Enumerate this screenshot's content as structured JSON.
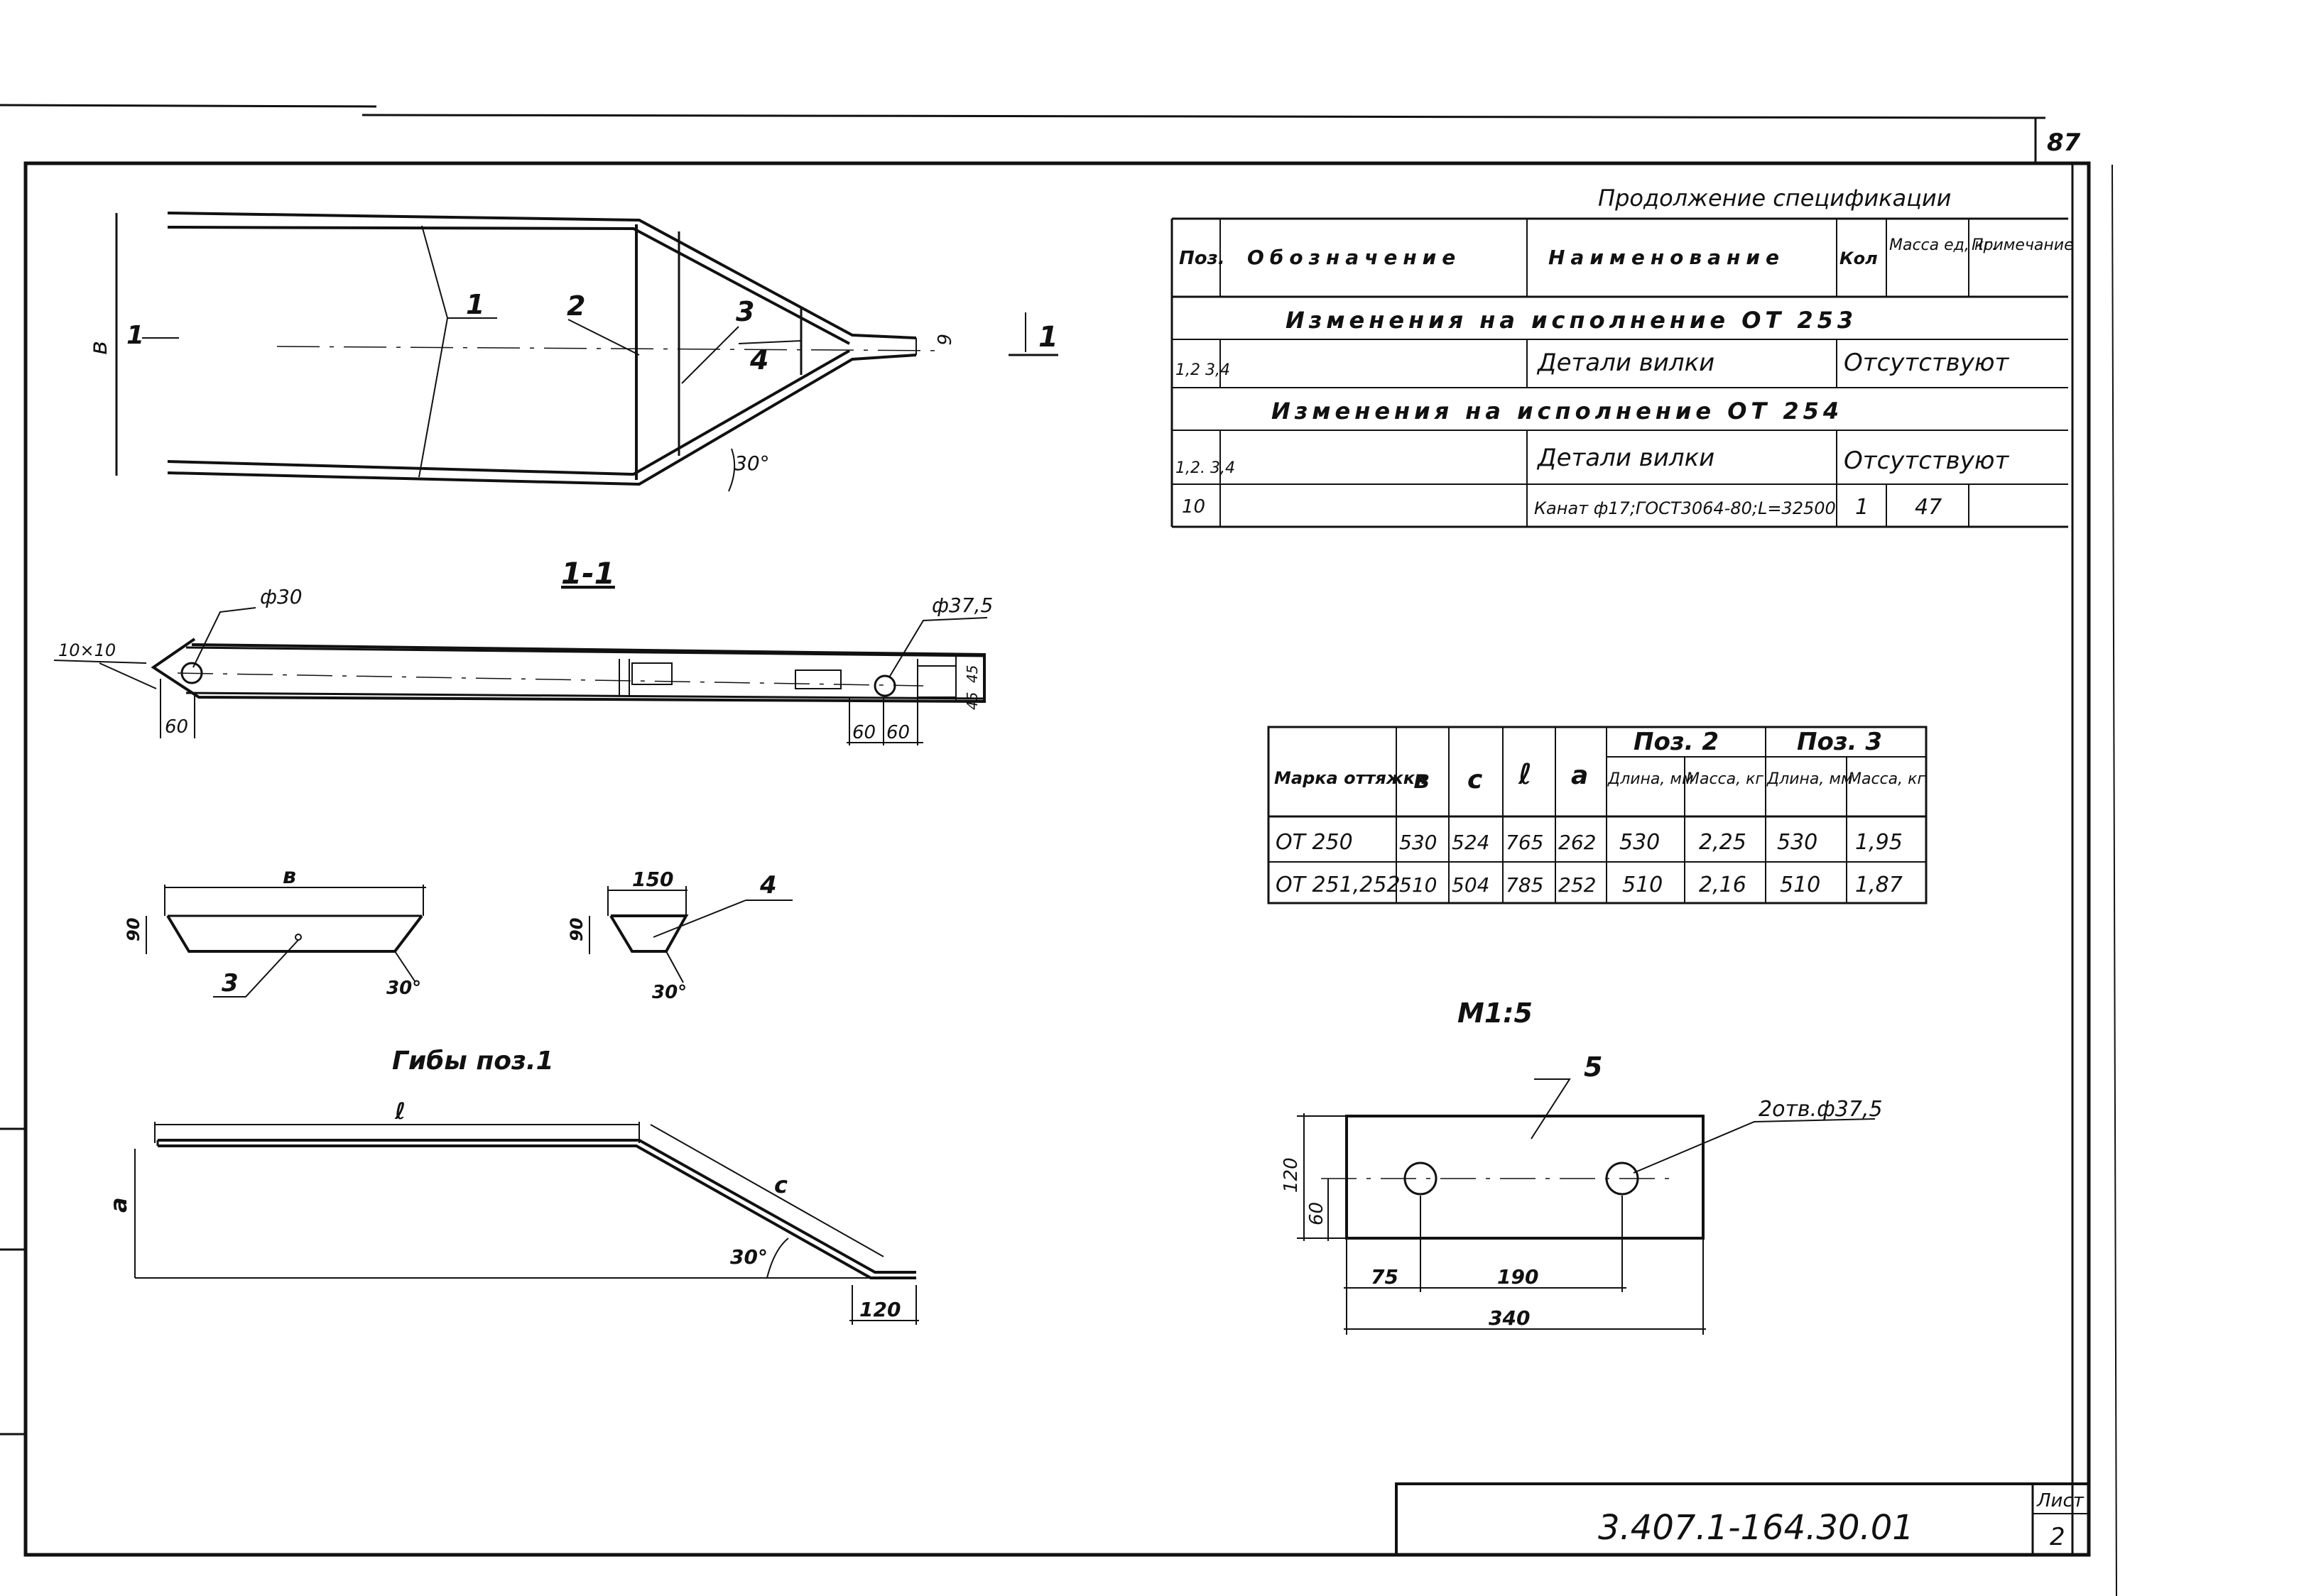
{
  "sheet": {
    "page_number": "87",
    "designation": "3.407.1-164.30.01",
    "sheet_label": "Лист",
    "sheet_number": "2"
  },
  "spec": {
    "title": "Продолжение спецификации",
    "headers": [
      "Поз.",
      "Обозначение",
      "Наименование",
      "Кол",
      "Масса ед, кг.",
      "Примечание"
    ],
    "sections": [
      {
        "heading": "Изменения на исполнение ОТ 253",
        "rows": [
          {
            "pos": "1,2 3,4",
            "designation": "",
            "name": "Детали вилки",
            "qty": "Отсутствуют",
            "mass": "",
            "note": ""
          }
        ]
      },
      {
        "heading": "Изменения на исполнение ОТ 254",
        "rows": [
          {
            "pos": "1,2. 3,4",
            "designation": "",
            "name": "Детали вилки",
            "qty": "Отсутствуют",
            "mass": "",
            "note": ""
          },
          {
            "pos": "10",
            "designation": "",
            "name": "Канат ф17;ГОСТ3064-80;L=32500",
            "qty": "1",
            "mass": "47",
            "note": ""
          }
        ]
      }
    ]
  },
  "table2": {
    "header_marka": "Марка оттяжки",
    "header_cols": [
      "в",
      "с",
      "ℓ",
      "а"
    ],
    "group_headers": [
      "Поз. 2",
      "Поз. 3"
    ],
    "sub_headers": [
      "Длина, мм",
      "Масса, кг",
      "Длина, мм",
      "Масса, кг"
    ],
    "rows": [
      [
        "ОТ 250",
        "530",
        "524",
        "765",
        "262",
        "530",
        "2,25",
        "530",
        "1,95"
      ],
      [
        "ОТ 251,252",
        "510",
        "504",
        "785",
        "252",
        "510",
        "2,16",
        "510",
        "1,87"
      ]
    ]
  },
  "drawings": {
    "top_view": {
      "pos_labels": [
        "1",
        "2",
        "3",
        "4"
      ],
      "dim_b": "в",
      "dim_6": "6",
      "angle": "30°",
      "section_mark": "1"
    },
    "section": {
      "title": "1-1",
      "hole1": "ф30",
      "hole2": "ф37,5",
      "chamfer": "10×10",
      "d60a": "60",
      "d60b": "60",
      "d60c": "60",
      "d45": "45",
      "d45b": "45"
    },
    "part3": {
      "dim_b": "в",
      "dim_90": "90",
      "pos": "3",
      "angle": "30°"
    },
    "part4": {
      "dim_150": "150",
      "dim_90": "90",
      "pos": "4",
      "angle": "30°"
    },
    "bends": {
      "title": "Гибы поз.1",
      "dim_l": "ℓ",
      "dim_a": "а",
      "dim_c": "с",
      "angle": "30°",
      "dim_120": "120"
    },
    "plate": {
      "scale": "М1:5",
      "pos": "5",
      "holes": "2отв.ф37,5",
      "d120": "120",
      "d60": "60",
      "d75": "75",
      "d190": "190",
      "d340": "340"
    }
  }
}
